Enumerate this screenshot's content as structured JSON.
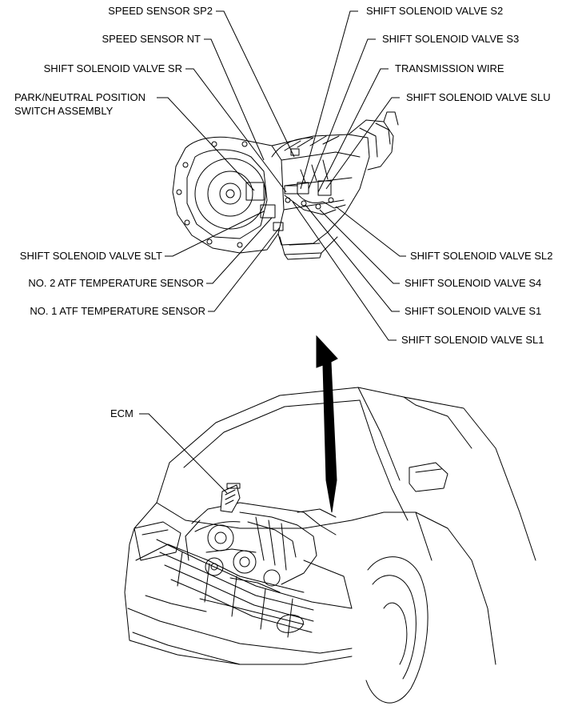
{
  "labels": {
    "speed_sensor_sp2": "SPEED SENSOR SP2",
    "speed_sensor_nt": "SPEED SENSOR NT",
    "shift_solenoid_sr": "SHIFT SOLENOID VALVE SR",
    "park_neutral_line1": "PARK/NEUTRAL POSITION",
    "park_neutral_line2": "SWITCH ASSEMBLY",
    "shift_solenoid_slt": "SHIFT SOLENOID VALVE SLT",
    "atf_temp_no2": "NO. 2 ATF TEMPERATURE SENSOR",
    "atf_temp_no1": "NO. 1 ATF TEMPERATURE SENSOR",
    "shift_solenoid_s2": "SHIFT SOLENOID VALVE S2",
    "shift_solenoid_s3": "SHIFT SOLENOID VALVE S3",
    "transmission_wire": "TRANSMISSION WIRE",
    "shift_solenoid_slu": "SHIFT SOLENOID VALVE SLU",
    "shift_solenoid_sl2": "SHIFT SOLENOID VALVE SL2",
    "shift_solenoid_s4": "SHIFT SOLENOID VALVE S4",
    "shift_solenoid_s1": "SHIFT SOLENOID VALVE S1",
    "shift_solenoid_sl1": "SHIFT SOLENOID VALVE SL1",
    "ecm": "ECM"
  },
  "colors": {
    "line": "#000000",
    "background": "#ffffff"
  }
}
